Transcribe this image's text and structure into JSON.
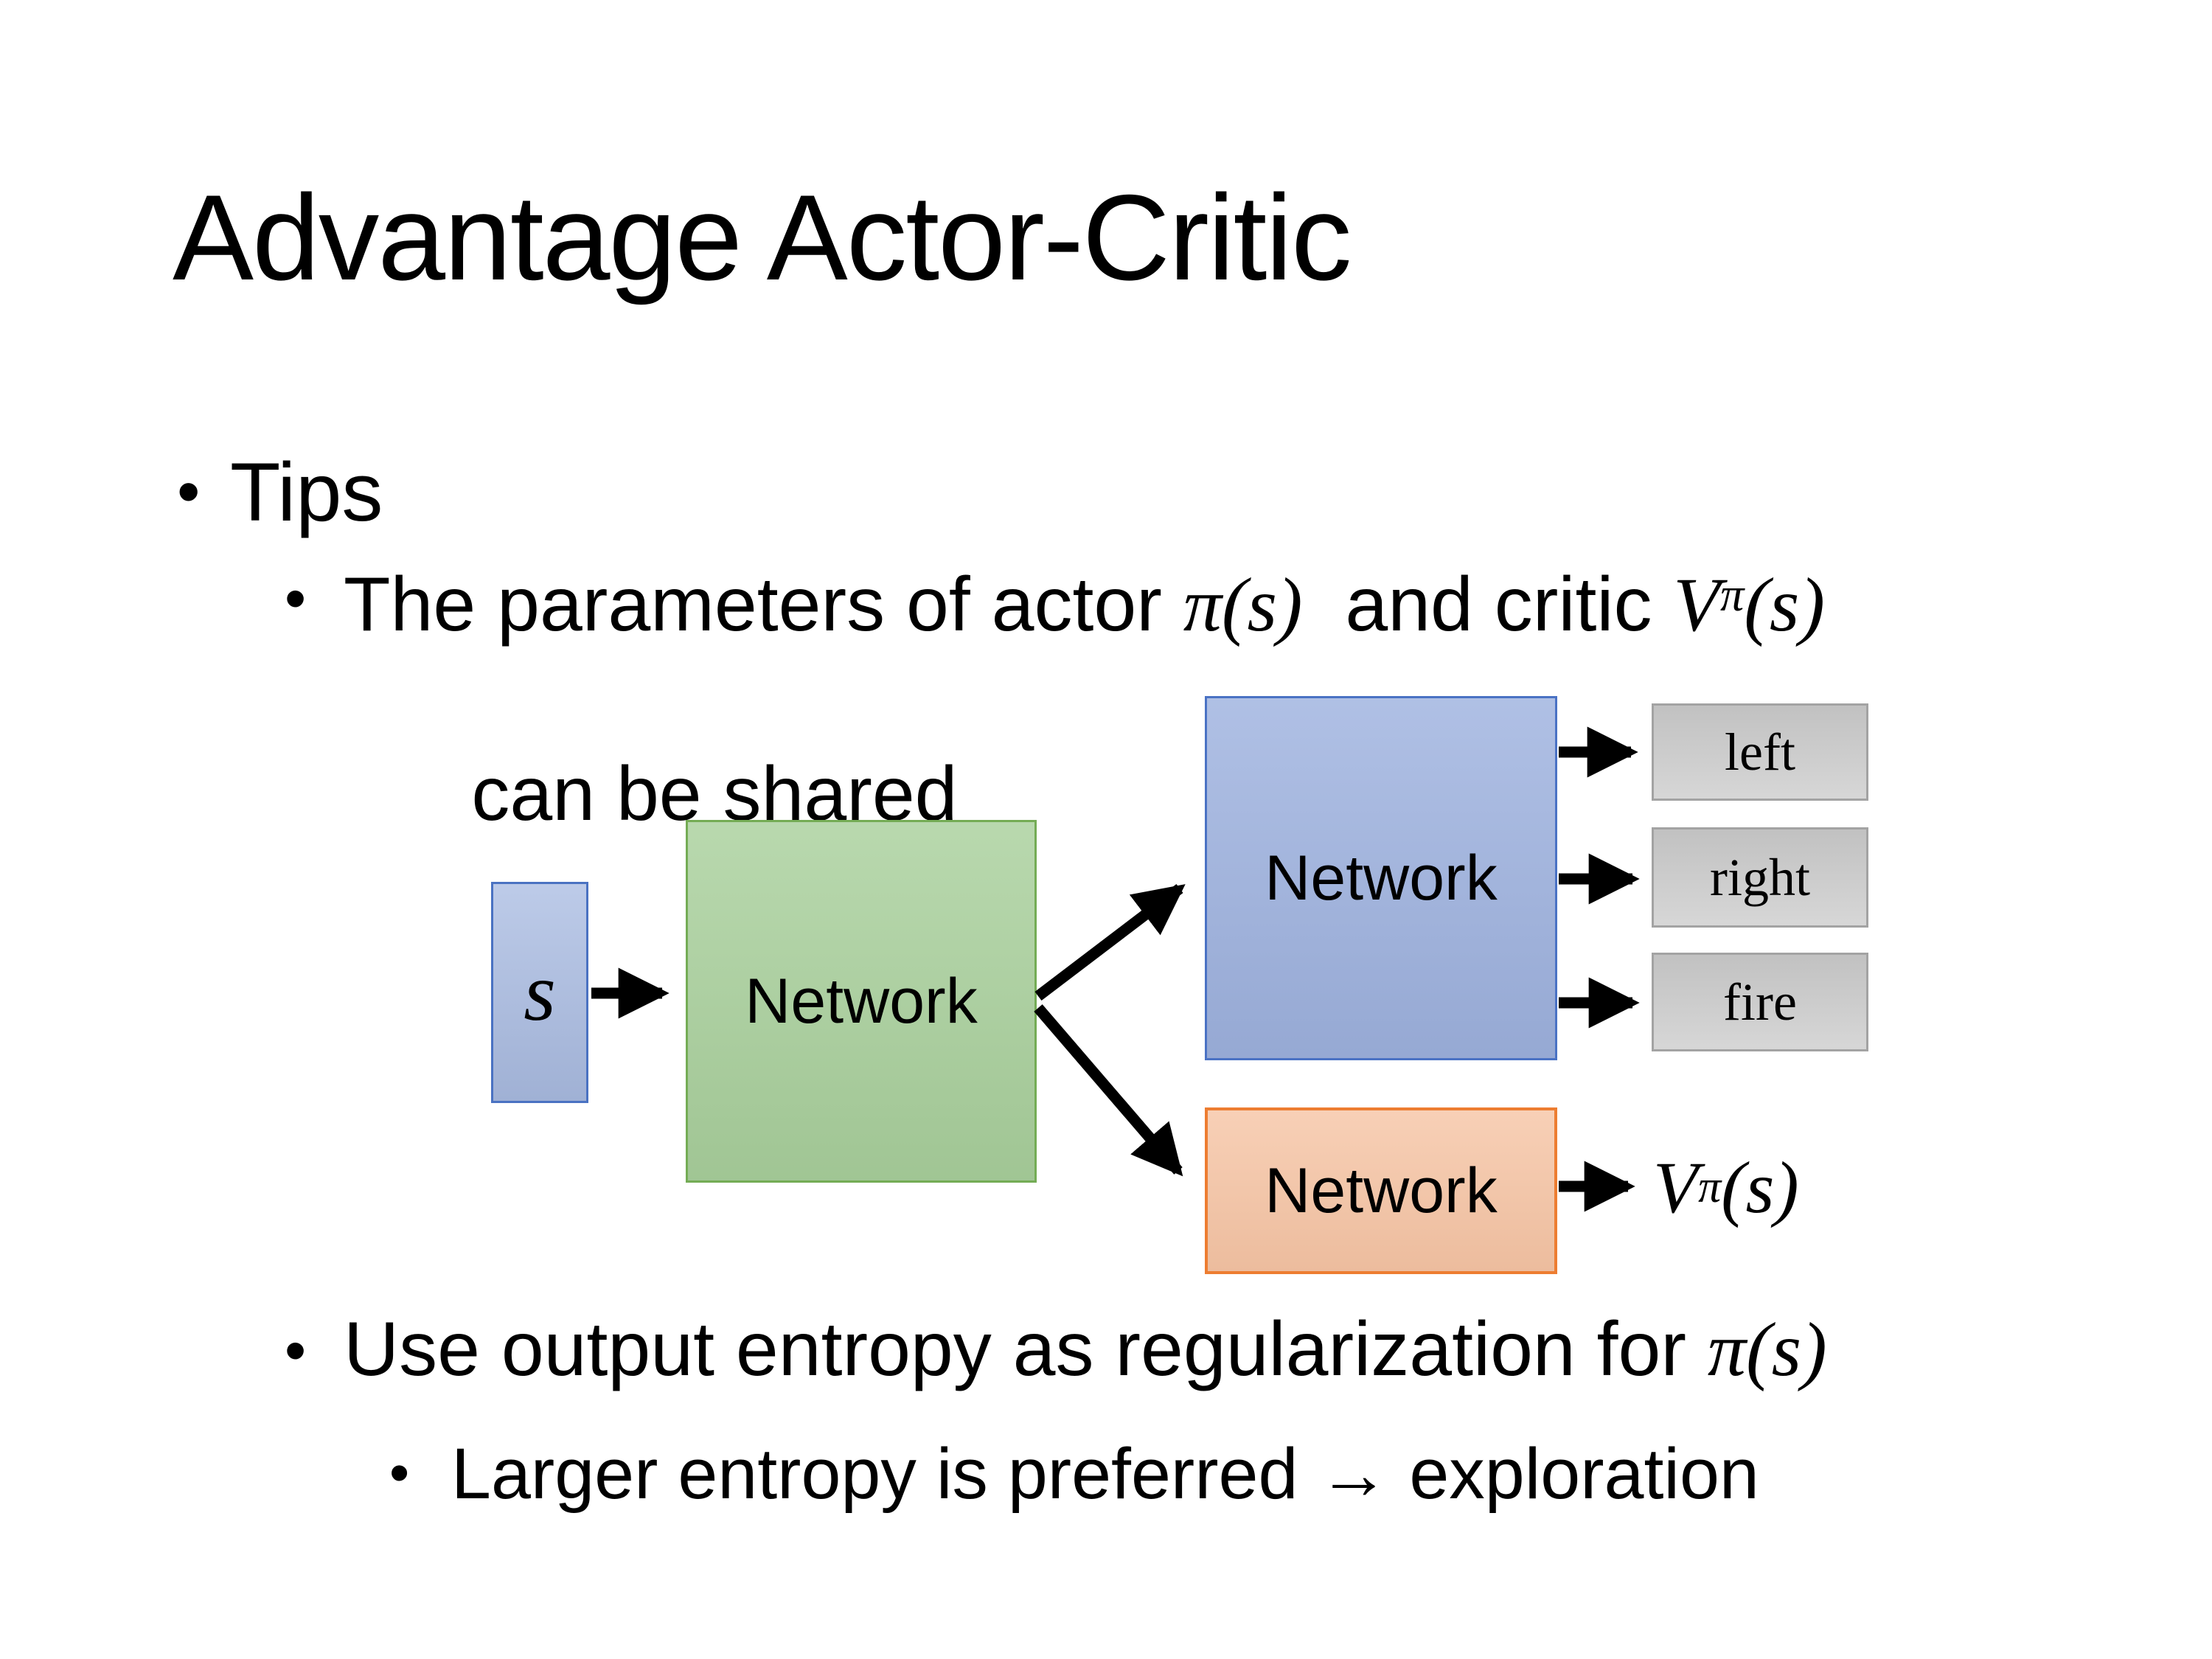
{
  "colors": {
    "background": "#ffffff",
    "text": "#000000",
    "arrow": "#000000",
    "state_fill": "#aabce2",
    "state_border": "#4a72c2",
    "shared_fill": "#a9d09c",
    "shared_border": "#74ac55",
    "actor_fill": "#9eb2df",
    "actor_border": "#4a72c4",
    "critic_fill": "#f6c4a4",
    "critic_border": "#ed7d31",
    "action_fill": "#d0d0d0",
    "action_border": "#a3a3a3"
  },
  "title": "Advantage Actor-Critic",
  "bullet_char": "•",
  "bullets": {
    "tips": "Tips",
    "shared_line1_pre": "The parameters of actor ",
    "shared_pi": "π(s)",
    "shared_line1_mid": "  and critic ",
    "critic_v": "V",
    "critic_sup": "π",
    "critic_args": "(s)",
    "shared_line2": "can be shared",
    "entropy_pre": "Use output entropy as regularization for ",
    "entropy_pi": "π(s)",
    "exploration": "Larger entropy is preferred → exploration"
  },
  "diagram": {
    "state_label": "s",
    "shared_network": "Network",
    "actor_network": "Network",
    "critic_network": "Network",
    "actions": [
      "left",
      "right",
      "fire"
    ],
    "value_v": "V",
    "value_sup": "π",
    "value_args": "(s)"
  }
}
